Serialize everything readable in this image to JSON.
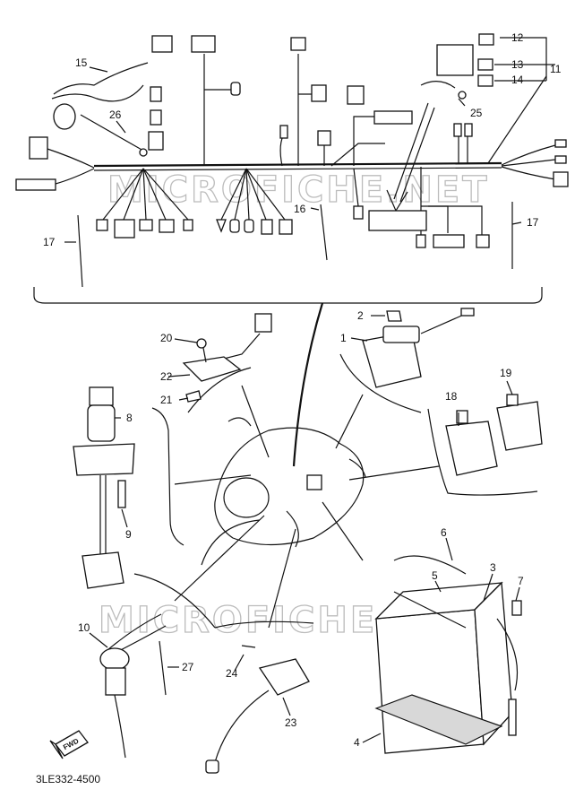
{
  "diagram": {
    "code": "3LE332-4500",
    "fwd_label": "FWD",
    "watermark": "MICROFICHE.NET",
    "callouts": [
      "1",
      "2",
      "3",
      "4",
      "5",
      "6",
      "7",
      "8",
      "9",
      "10",
      "11",
      "12",
      "13",
      "14",
      "15",
      "16",
      "17",
      "17",
      "18",
      "19",
      "20",
      "21",
      "22",
      "23",
      "24",
      "25",
      "26",
      "27"
    ]
  }
}
